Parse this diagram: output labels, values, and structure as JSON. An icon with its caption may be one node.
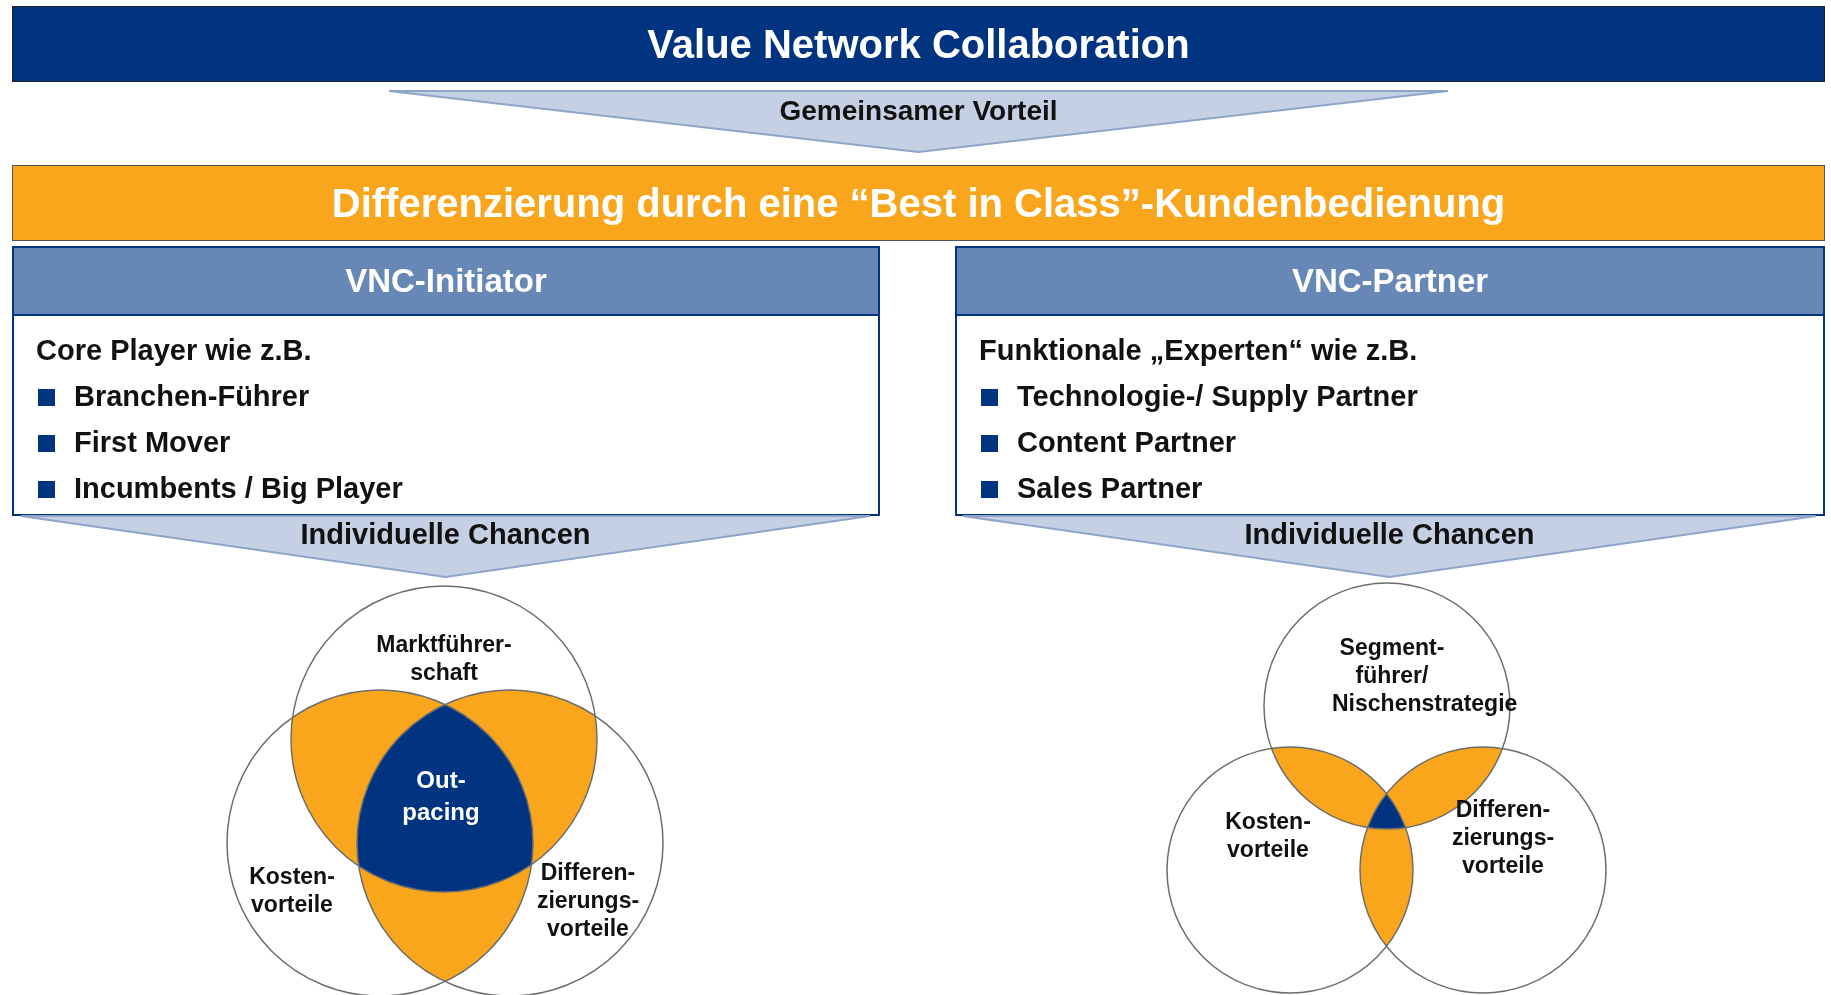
{
  "diagram": {
    "title": "Value Network Collaboration",
    "nodes": [
      {
        "text": [
          "Gemeinsamer Vorteil"
        ]
      },
      {
        "text": [
          "Differenzierung durch eine “Best in Class”-Kundenbedienung"
        ]
      },
      {
        "text": [
          "VNC-Initiator",
          "Core Player wie z.B.",
          "Branchen-Führer",
          "First Mover",
          "Incumbents / Big Player"
        ]
      },
      {
        "text": [
          "VNC-Partner",
          "Funktionale „Experten“ wie z.B.",
          "Technologie-/ Supply Partner",
          "Content Partner",
          "Sales Partner"
        ]
      },
      {
        "text": [
          "Individuelle Chancen"
        ]
      },
      {
        "text": [
          "Individuelle Chancen"
        ]
      },
      {
        "text": [
          "Marktführer- schaft"
        ]
      },
      {
        "text": [
          "Kosten- vorteile"
        ]
      },
      {
        "text": [
          "Differen- zierungs- vorteile"
        ]
      },
      {
        "text": [
          "Out- pacing"
        ]
      },
      {
        "text": [
          "Segment- führer/ Nischenstrategie"
        ]
      },
      {
        "text": [
          "Kosten- vorteile"
        ]
      },
      {
        "text": [
          "Differen- zierungs- vorteile"
        ]
      }
    ]
  }
}
